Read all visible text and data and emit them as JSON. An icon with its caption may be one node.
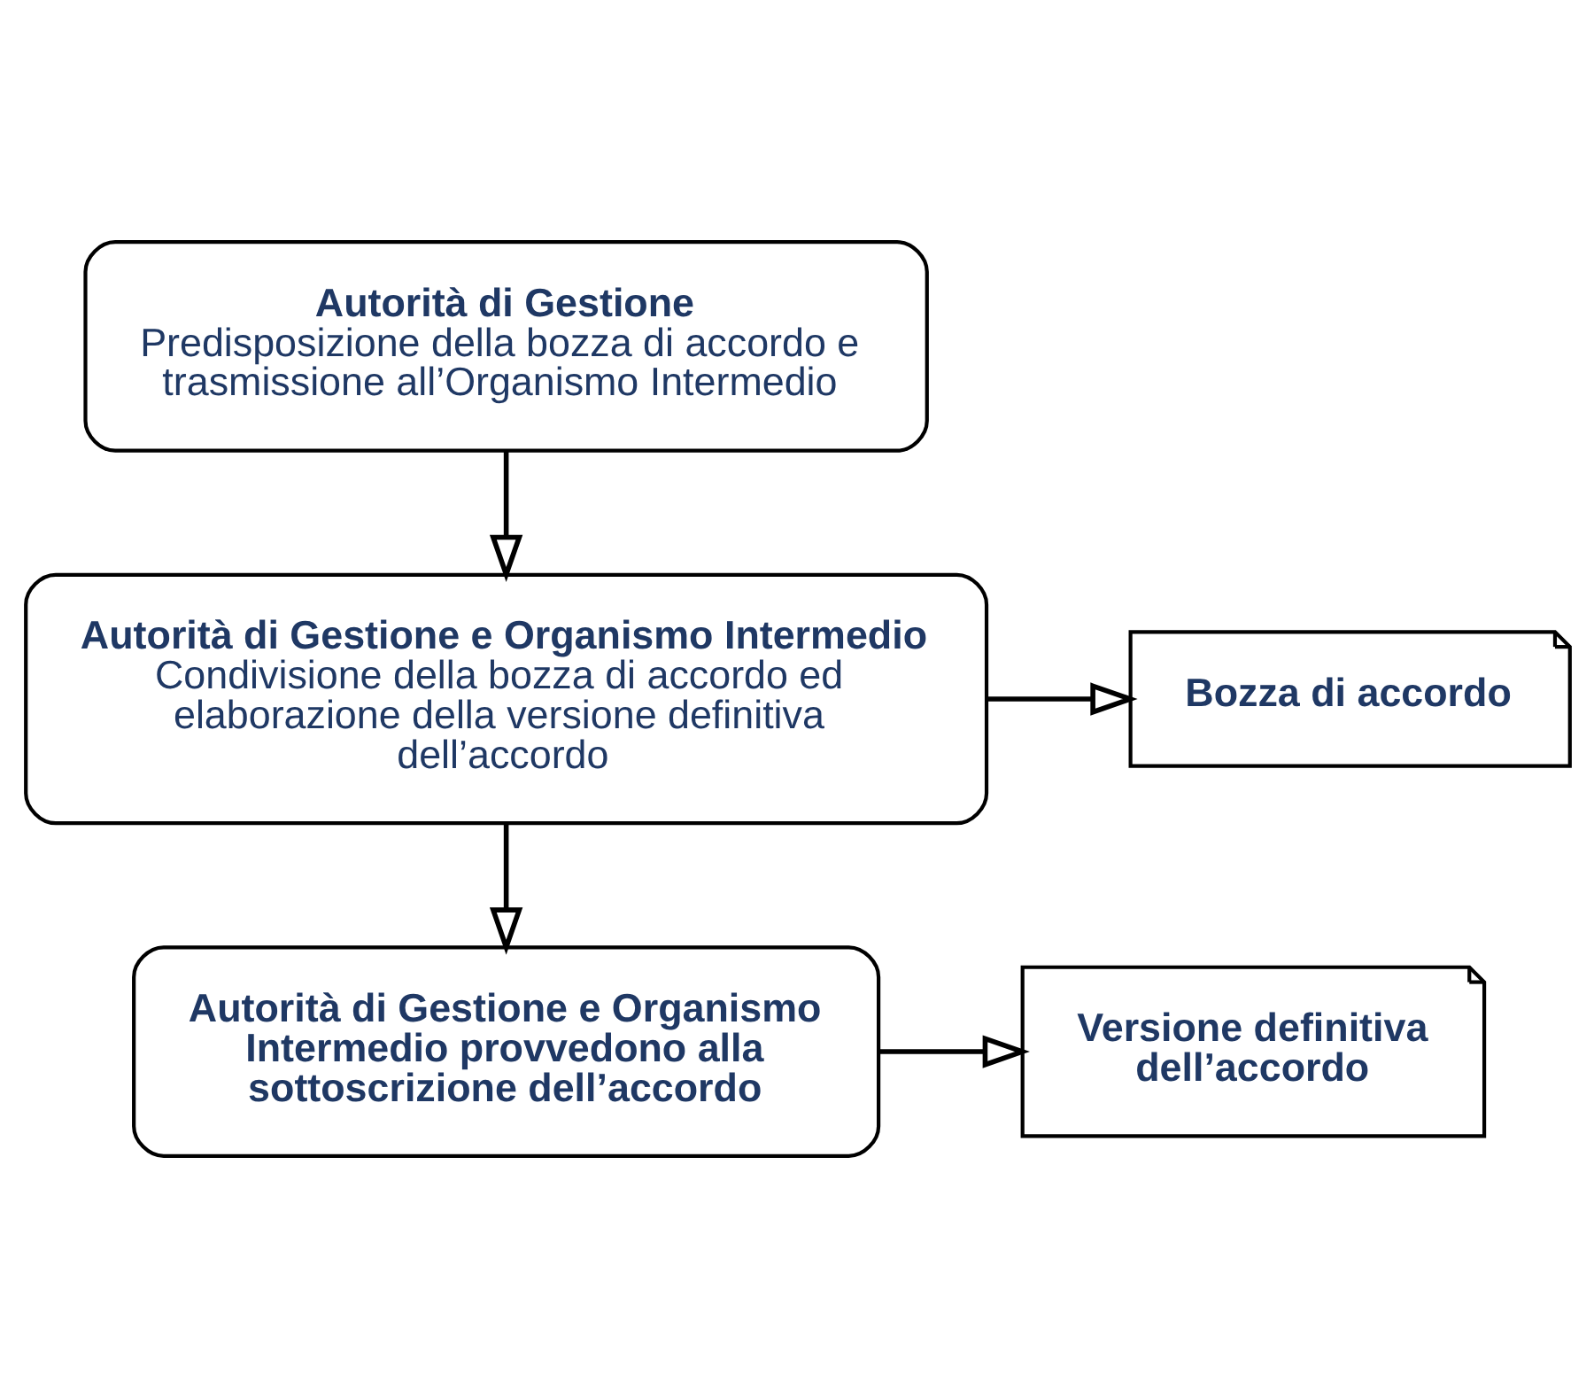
{
  "diagram": {
    "nodes": [
      {
        "text": [
          "Autorità di Gestione",
          "Predisposizione della bozza di accordo e trasmissione all’Organismo Intermedio"
        ]
      },
      {
        "text": [
          "Autorità di Gestione e Organismo Intermedio",
          "Condivisione della bozza di accordo ed elaborazione della versione definitiva dell’accordo"
        ]
      },
      {
        "text": [
          "Bozza di accordo"
        ]
      },
      {
        "text": [
          "Autorità di Gestione e Organismo Intermedio provvedono alla sottoscrizione dell’accordo"
        ]
      },
      {
        "text": [
          "Versione definitiva dell’accordo"
        ]
      }
    ],
    "edges": [
      {
        "from": 0,
        "to": 1,
        "arrow": "to"
      },
      {
        "from": 1,
        "to": 2,
        "arrow": "to"
      },
      {
        "from": 1,
        "to": 3,
        "arrow": "to"
      },
      {
        "from": 3,
        "to": 4,
        "arrow": "to"
      }
    ]
  }
}
